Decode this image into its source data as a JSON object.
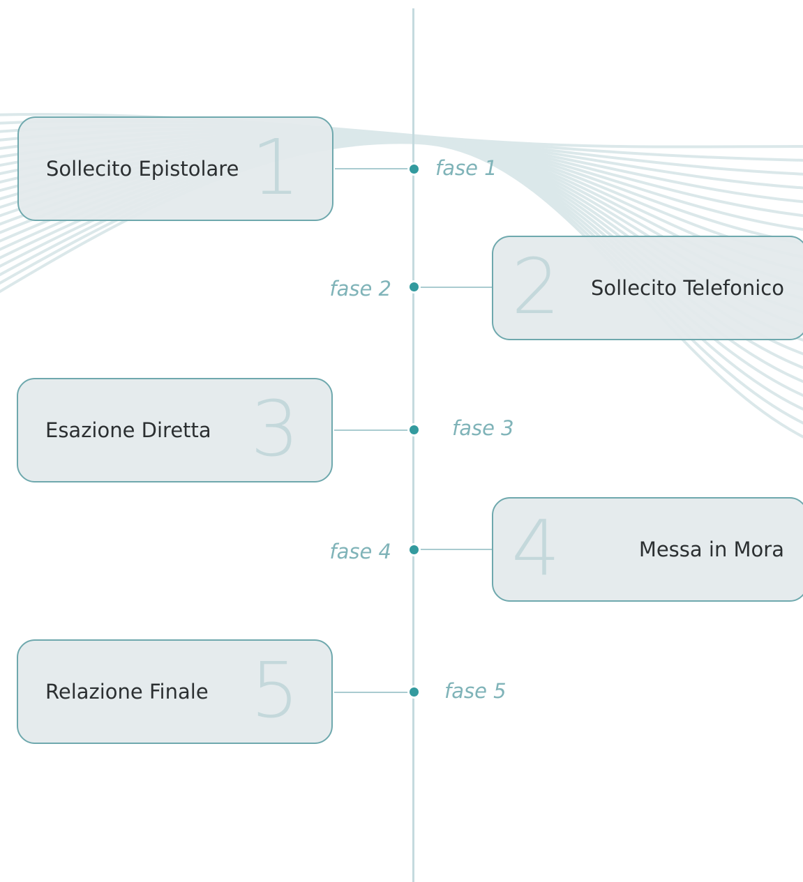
{
  "timeline": {
    "accent_color": "#339a9e",
    "label_color": "#7fb3b8",
    "phases": [
      {
        "number": "1",
        "title": "Sollecito Epistolare",
        "label": "fase 1",
        "side": "left"
      },
      {
        "number": "2",
        "title": "Sollecito Telefonico",
        "label": "fase 2",
        "side": "right"
      },
      {
        "number": "3",
        "title": "Esazione Diretta",
        "label": "fase 3",
        "side": "left"
      },
      {
        "number": "4",
        "title": "Messa in Mora",
        "label": "fase 4",
        "side": "right"
      },
      {
        "number": "5",
        "title": "Relazione Finale",
        "label": "fase 5",
        "side": "left"
      }
    ]
  }
}
